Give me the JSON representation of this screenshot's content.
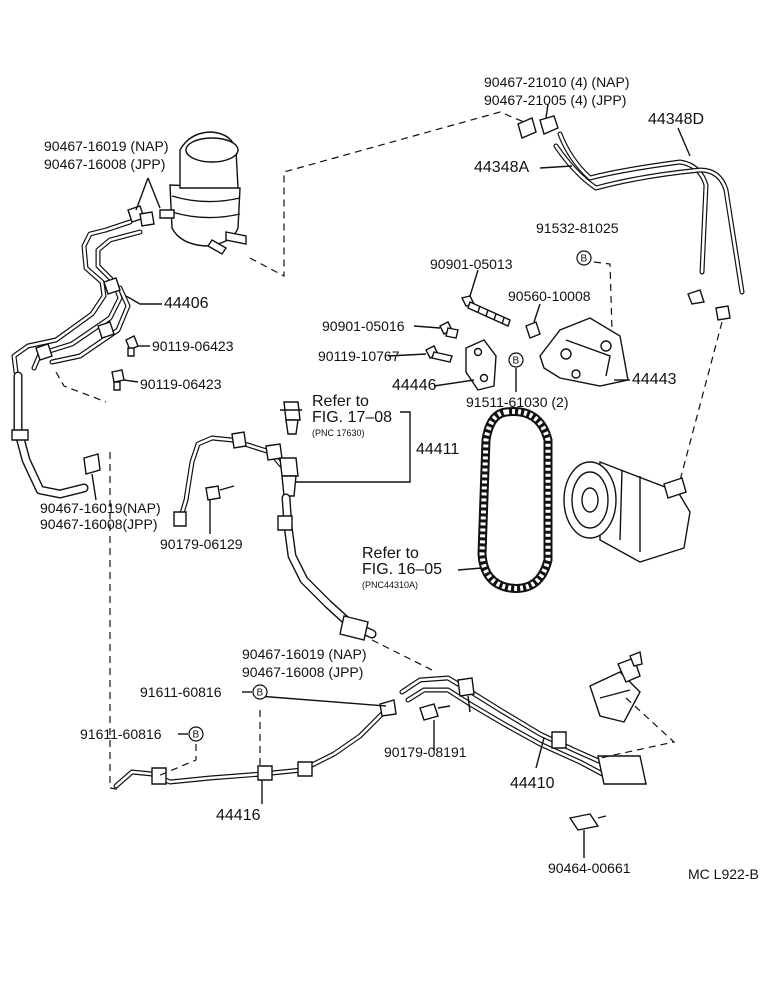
{
  "labels": {
    "l1a": "90467-21010 (4) (NAP)",
    "l1b": "90467-21005 (4) (JPP)",
    "l2": "44348D",
    "l3a": "90467-16019 (NAP)",
    "l3b": "90467-16008 (JPP)",
    "l4": "44348A",
    "l5": "91532-81025",
    "l6": "90901-05013",
    "l7": "90560-10008",
    "l8": "44406",
    "l9": "90901-05016",
    "l10": "90119-06423",
    "l11": "90119-10767",
    "l12": "44443",
    "l13": "44446",
    "l14": "90119-06423",
    "l15": "91511-61030 (2)",
    "l16a": "Refer to",
    "l16b": "FIG. 17–08",
    "l16c": "(PNC 17630)",
    "l17": "44411",
    "l18a": "90467-16019(NAP)",
    "l18b": "90467-16008(JPP)",
    "l19": "90179-06129",
    "l20a": "Refer to",
    "l20b": "FIG. 16–05",
    "l20c": "(PNC44310A)",
    "l21a": "90467-16019 (NAP)",
    "l21b": "90467-16008 (JPP)",
    "l22": "91611-60816",
    "l23": "91611-60816",
    "l24": "90179-08191",
    "l25": "44410",
    "l26": "44416",
    "l27": "90464-00661",
    "l28": "MC L922-B"
  },
  "badge_letter": "B"
}
